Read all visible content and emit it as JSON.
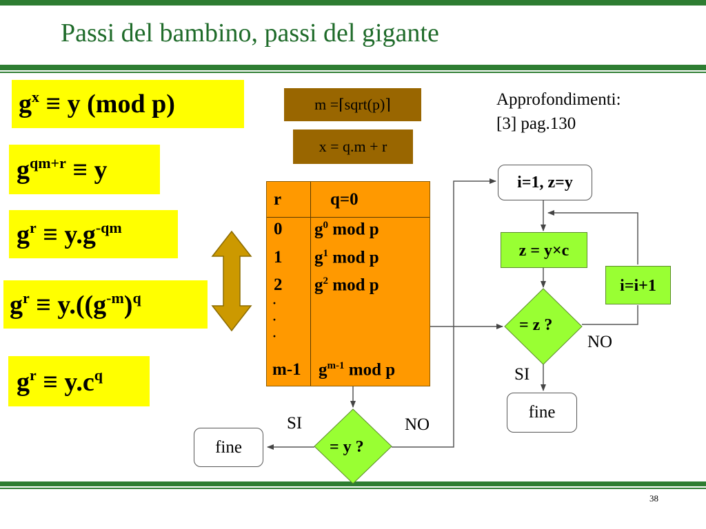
{
  "slide": {
    "title": "Passi del bambino, passi del gigante",
    "page_number": "38"
  },
  "equations": [
    {
      "base": "g",
      "exp": "x",
      "rest": " ≡ y (mod p)"
    },
    {
      "base": "g",
      "exp": "qm+r",
      "rest": " ≡ y"
    },
    {
      "base": "g",
      "exp": "r",
      "rest": " ≡ y.g",
      "exp2": "-qm"
    },
    {
      "base": "g",
      "exp": "r",
      "rest": " ≡ y.((g",
      "exp2": "-m",
      "rest2": ")",
      "exp3": "q"
    },
    {
      "base": "g",
      "exp": "r",
      "rest": " ≡ y.c",
      "exp2": "q"
    }
  ],
  "definitions": {
    "m_def": "m =⌈sqrt(p)⌉",
    "x_def": "x = q.m + r"
  },
  "references": {
    "line1": "Approfondimenti:",
    "line2": "[3] pag.130"
  },
  "table": {
    "header_r": "r",
    "header_q": "q=0",
    "rows": [
      {
        "r": "0",
        "g": "g",
        "exp": "0",
        "rest": " mod p"
      },
      {
        "r": "1",
        "g": "g",
        "exp": "1",
        "rest": " mod p"
      },
      {
        "r": "2",
        "g": "g",
        "exp": "2",
        "rest": " mod p"
      }
    ],
    "dots": [
      "·",
      "·",
      "·"
    ],
    "last_r": "m-1",
    "last_g": "g",
    "last_exp": "m-1",
    "last_rest": " mod p"
  },
  "flow_left": {
    "decision": "= y ?",
    "yes_label": "SI",
    "no_label": "NO",
    "end": "fine"
  },
  "flow_right": {
    "init": "i=1, z=y",
    "compute": "z = y×c",
    "decision": "= z ?",
    "increment": "i=i+1",
    "yes_label": "SI",
    "no_label": "NO",
    "end": "fine"
  },
  "colors": {
    "title_green": "#1f6b2a",
    "bar_green": "#2e7d32",
    "highlight_yellow": "#ffff00",
    "brown_box": "#996600",
    "table_orange": "#ff9900",
    "green_box": "#99ff33",
    "arrow_gold": "#cc9900"
  }
}
